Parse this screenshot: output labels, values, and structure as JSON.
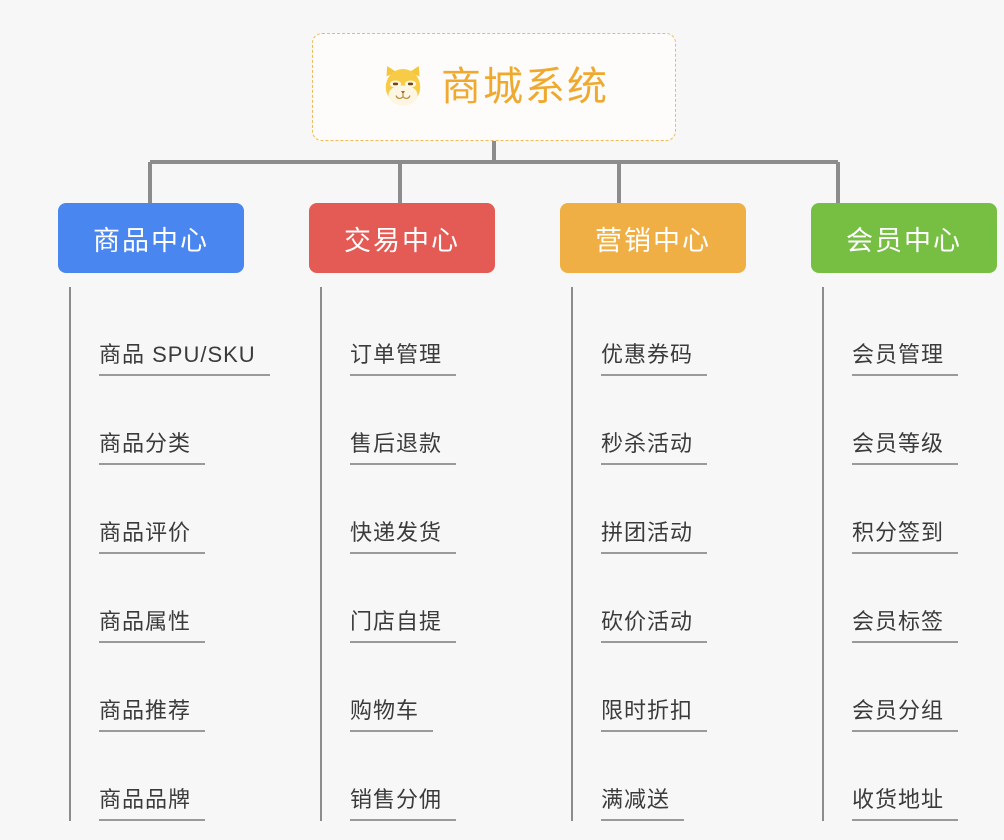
{
  "root": {
    "title": "商城系统",
    "icon": "shiba-dog-face-icon",
    "border_color": "#f0b95a",
    "text_color": "#efa92e",
    "background": "#fdfcfa"
  },
  "canvas": {
    "background": "#f7f7f7",
    "connector_color": "#8c8c8c"
  },
  "columns": [
    {
      "label": "商品中心",
      "color": "#4a86f0",
      "items": [
        "商品 SPU/SKU",
        "商品分类",
        "商品评价",
        "商品属性",
        "商品推荐",
        "商品品牌"
      ]
    },
    {
      "label": "交易中心",
      "color": "#e45b55",
      "items": [
        "订单管理",
        "售后退款",
        "快递发货",
        "门店自提",
        "购物车",
        "销售分佣"
      ]
    },
    {
      "label": "营销中心",
      "color": "#efaf45",
      "items": [
        "优惠券码",
        "秒杀活动",
        "拼团活动",
        "砍价活动",
        "限时折扣",
        "满减送"
      ]
    },
    {
      "label": "会员中心",
      "color": "#77bf43",
      "items": [
        "会员管理",
        "会员等级",
        "积分签到",
        "会员标签",
        "会员分组",
        "收货地址"
      ]
    }
  ]
}
